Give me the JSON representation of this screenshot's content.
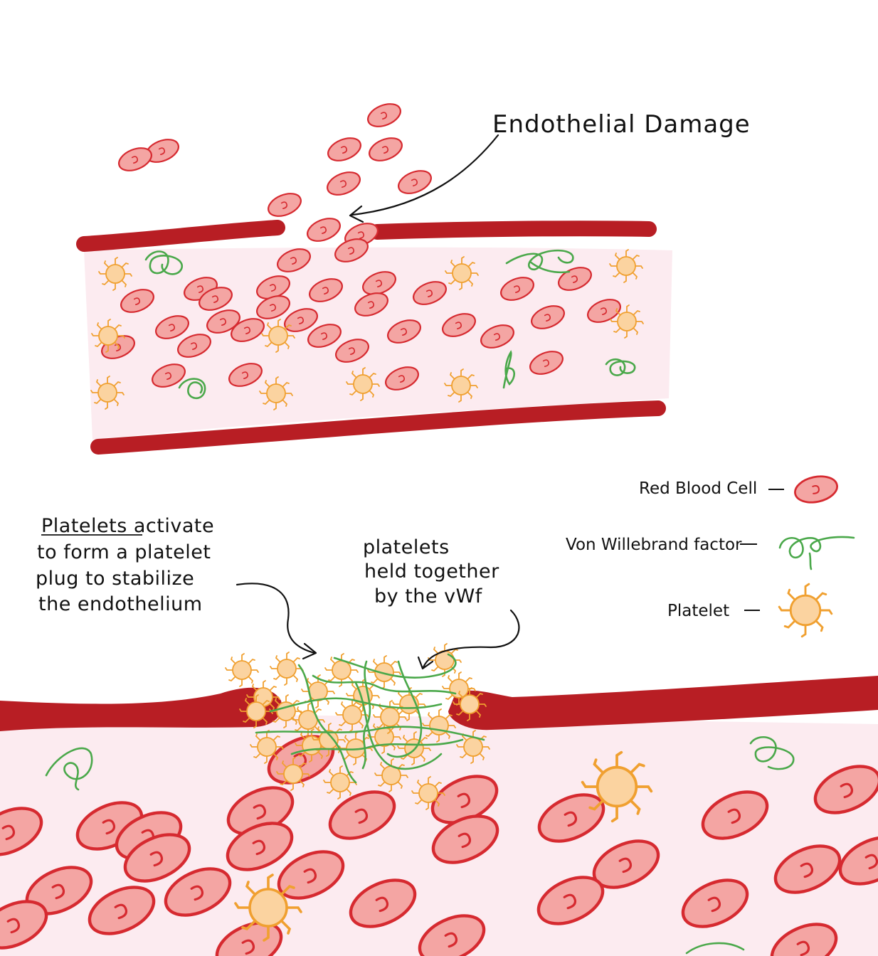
{
  "labels": {
    "endothelial_damage": "Endothelial Damage",
    "platelets_activate_lines": [
      "Platelets activate",
      "to form a platelet",
      "plug to stabilize",
      "the endothelium"
    ],
    "held_together_lines": [
      "platelets",
      "held together",
      "by the vWf"
    ]
  },
  "legend": {
    "red_blood_cell": "Red Blood Cell",
    "vwf": "Von Willebrand factor",
    "platelet": "Platelet"
  },
  "colors": {
    "vessel_wall": "#b81e24",
    "lumen": "#fcebf0",
    "rbc_fill": "#f4a5a3",
    "rbc_stroke": "#d62a30",
    "platelet_fill": "#fbd3a0",
    "platelet_stroke": "#f0a030",
    "vwf": "#4aa84a",
    "ink": "#111111"
  },
  "icons": {
    "rbc": "red-blood-cell-icon",
    "platelet": "platelet-icon",
    "vwf": "von-willebrand-factor-icon"
  }
}
